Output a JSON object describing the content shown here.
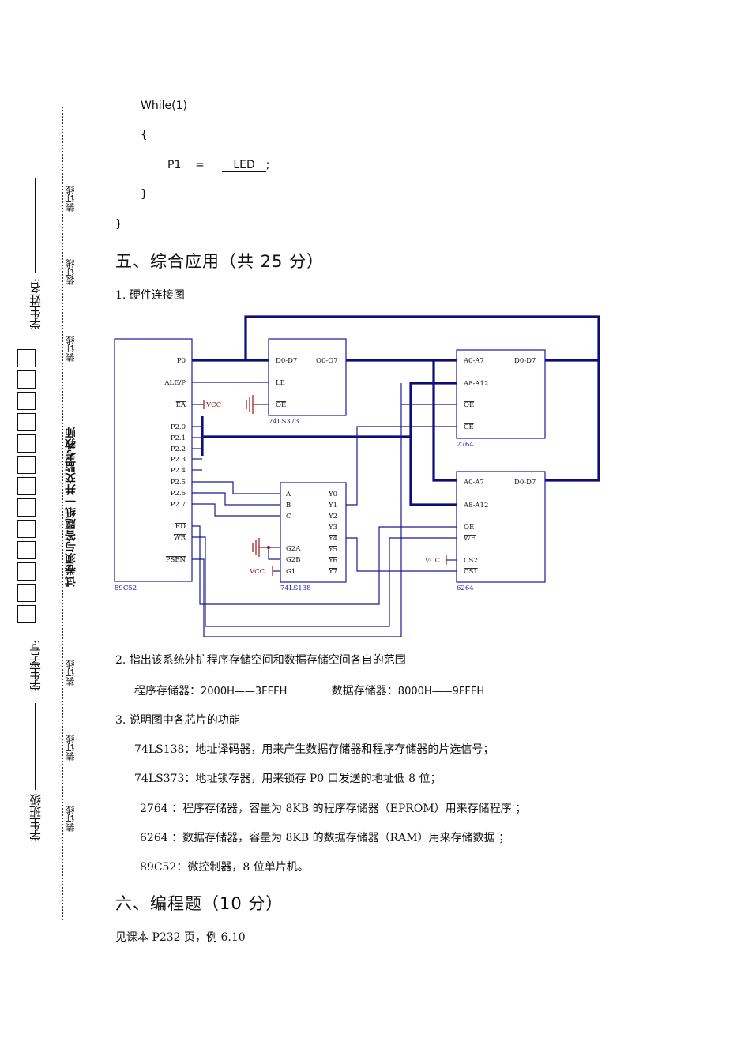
{
  "binding": {
    "dotted_label": "装订线",
    "class_label": "学生班级",
    "id_label": "学生学号:",
    "boxes_count_note": "",
    "warning": "试卷须与答题纸一并交监考教师",
    "name_label": "学生姓名:"
  },
  "code": {
    "line1": "While(1)",
    "line2": "{",
    "line3_prefix": "P1    =",
    "line3_answer": "LED",
    "line3_suffix": ";",
    "line4": "}",
    "line5": "}"
  },
  "section5": {
    "title": "五、综合应用（共 25 分）",
    "q1": "1.  硬件连接图",
    "q2": "2.  指出该系统外扩程序存储空间和数据存储空间各自的范围",
    "q2_answer_prog_label": "程序存储器：",
    "q2_answer_prog_value": "2000H——3FFFH",
    "q2_answer_data_label": "数据存储器：",
    "q2_answer_data_value": "8000H——9FFFH",
    "q3": "3.  说明图中各芯片的功能",
    "a1": "74LS138：地址译码器，用来产生数据存储器和程序存储器的片选信号；",
    "a2": "74LS373：地址锁存器，用来锁存 P0 口发送的地址低 8 位；",
    "a3": "2764 ：程序存储器，容量为 8KB 的程序存储器（EPROM）用来存储程序 ；",
    "a4": "6264 ：数据存储器，容量为 8KB 的数据存储器（RAM）用来存储数据 ；",
    "a5": "89C52：微控制器，8 位单片机。"
  },
  "section6": {
    "title": "六、编程题（10 分）",
    "text": "见课本 P232 页，例 6.10"
  },
  "circuit": {
    "mcu_name": "89C52",
    "mcu_pins": [
      "P0",
      "ALE/P",
      "EA",
      "P2.0",
      "P2.1",
      "P2.2",
      "P2.3",
      "P2.4",
      "P2.5",
      "P2.6",
      "P2.7",
      "RD",
      "WR",
      "PSEN"
    ],
    "latch_name": "74LS373",
    "latch_pins": [
      "D0-D7",
      "Q0-Q7",
      "LE",
      "OE"
    ],
    "eprom_name": "2764",
    "eprom_pins": [
      "A0-A7",
      "D0-D7",
      "A8-A12",
      "OE",
      "CE"
    ],
    "ram_name": "6264",
    "ram_pins": [
      "A0-A7",
      "D0-D7",
      "A8-A12",
      "OE",
      "WE",
      "CS2",
      "CS1"
    ],
    "decoder_name": "74LS138",
    "decoder_inputs": [
      "A",
      "B",
      "C",
      "G2A",
      "G2B",
      "G1"
    ],
    "decoder_outputs": [
      "Y0",
      "Y1",
      "Y2",
      "Y3",
      "Y4",
      "Y5",
      "Y6",
      "Y7"
    ],
    "vcc_label": "VCC",
    "colors": {
      "wire": "#1a1a8c",
      "bus": "#0d0d7a",
      "vcc": "#a01010"
    }
  }
}
